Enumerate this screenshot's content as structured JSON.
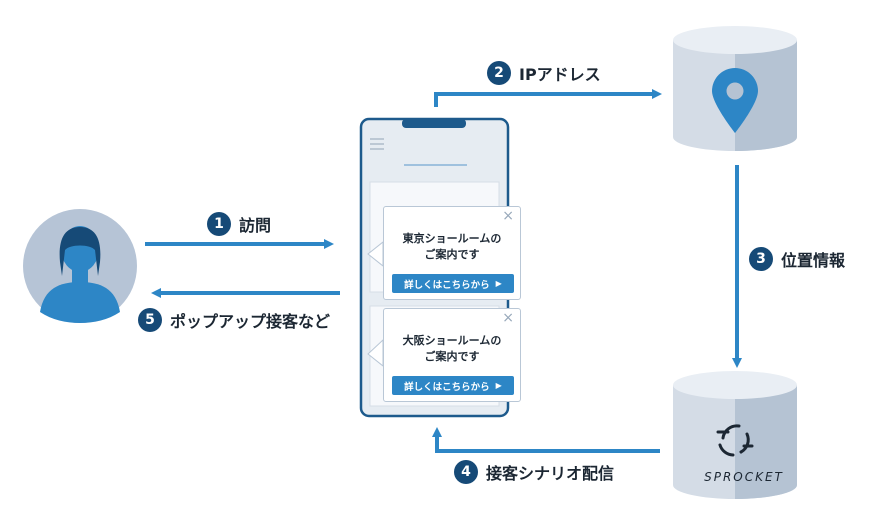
{
  "steps": [
    {
      "num": "1",
      "label": "訪問"
    },
    {
      "num": "2",
      "label": "IPアドレス"
    },
    {
      "num": "3",
      "label": "位置情報"
    },
    {
      "num": "4",
      "label": "接客シナリオ配信"
    },
    {
      "num": "5",
      "label": "ポップアップ接客など"
    }
  ],
  "popups": [
    {
      "line1": "東京ショールームの",
      "line2": "ご案内です",
      "button": "詳しくはこちらから"
    },
    {
      "line1": "大阪ショールームの",
      "line2": "ご案内です",
      "button": "詳しくはこちらから"
    }
  ],
  "sprocket_label": "SPROCKET",
  "colors": {
    "arrow": "#2d86c6",
    "badge": "#164a77",
    "db_body": "#d4dce6",
    "db_shade": "#b5c3d3",
    "avatar_bg": "#b6c4d6",
    "avatar_fg": "#2d86c6"
  },
  "icons": [
    "person-icon",
    "map-pin-icon",
    "sprocket-logo-icon",
    "close-icon",
    "hamburger-icon"
  ]
}
